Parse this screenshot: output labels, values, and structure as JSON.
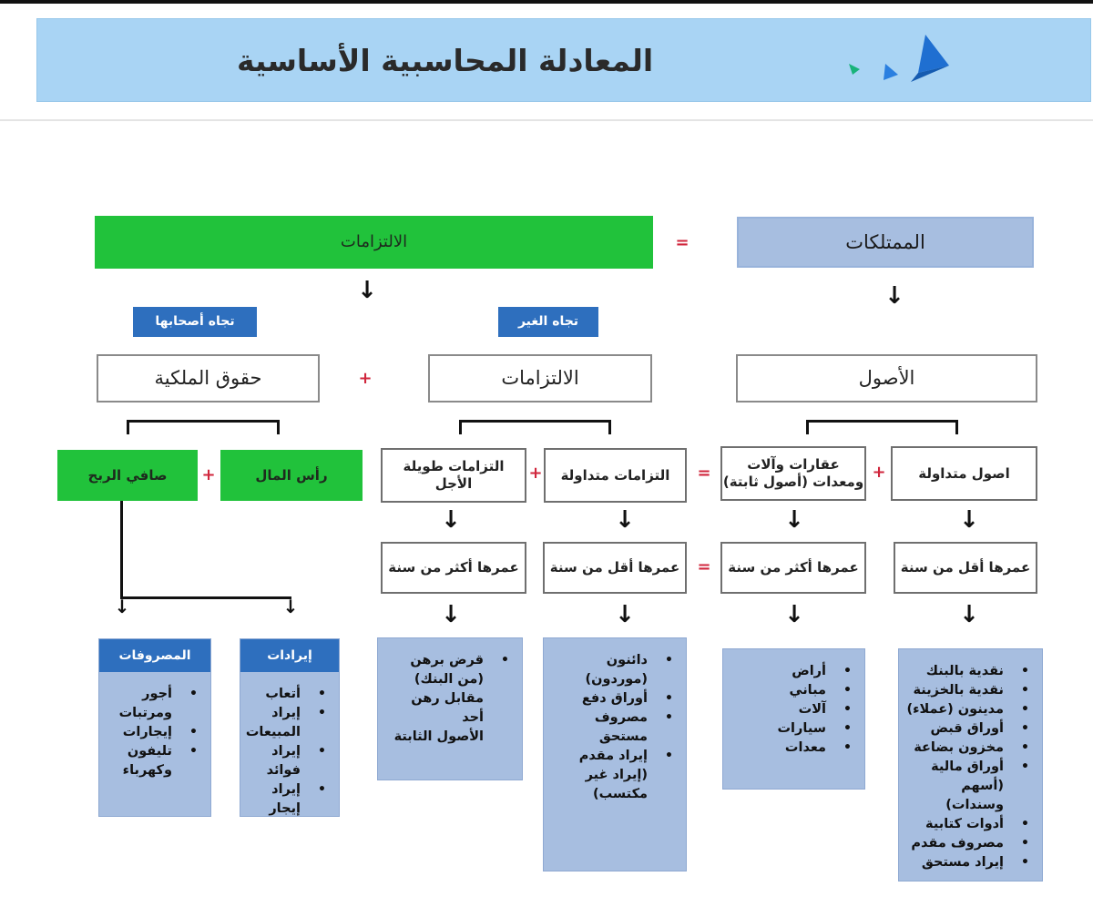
{
  "header": {
    "title": "المعادلة المحاسبية الأساسية"
  },
  "top_row": {
    "liabilities_total": "الالتزامات",
    "equals": "=",
    "possessions": "الممتلكات"
  },
  "tags": {
    "owners": "تجاه أصحابها",
    "others": "تجاه الغير"
  },
  "second_row": {
    "equity": "حقوق الملكية",
    "plus": "+",
    "liabilities": "الالتزامات",
    "assets": "الأصول"
  },
  "third_row": {
    "net_profit": "صافي الربح",
    "plus_a": "+",
    "capital": "رأس المال",
    "long_term_liabilities": "التزامات طويلة الأجل",
    "plus_b": "+",
    "current_liabilities": "التزامات متداولة",
    "equals": "=",
    "fixed_assets_line1": "عقارات وآلات",
    "fixed_assets_line2": "ومعدات (أصول ثابتة)",
    "plus_c": "+",
    "current_assets": "اصول متداولة"
  },
  "fourth_row": {
    "long_liab_age": "عمرها أكثر من سنة",
    "current_liab_age": "عمرها أقل من سنة",
    "equals": "=",
    "fixed_assets_age": "عمرها أكثر من سنة",
    "current_assets_age": "عمرها أقل من سنة"
  },
  "arrow_glyph": "↓",
  "lists": {
    "expenses": {
      "title": "المصروفات",
      "items": [
        {
          "text": "أجور",
          "bullet": true
        },
        {
          "text": "ومرتبات",
          "bullet": false
        },
        {
          "text": "إيجارات",
          "bullet": true
        },
        {
          "text": "تليفون",
          "bullet": true
        },
        {
          "text": "وكهرباء",
          "bullet": false
        }
      ]
    },
    "revenues": {
      "title": "إيرادات",
      "items": [
        {
          "text": "أتعاب",
          "bullet": true
        },
        {
          "text": "إيراد",
          "bullet": true
        },
        {
          "text": "المبيعات",
          "bullet": false
        },
        {
          "text": "إيراد فوائد",
          "bullet": true
        },
        {
          "text": "إيراد إيجار",
          "bullet": true
        }
      ]
    },
    "long_liab_items": {
      "items": [
        {
          "text": "قرض برهن",
          "bullet": true
        },
        {
          "text": "(من البنك)",
          "bullet": false
        },
        {
          "text": "مقابل رهن أحد",
          "bullet": false
        },
        {
          "text": "الأصول الثابتة",
          "bullet": false
        }
      ]
    },
    "current_liab_items": {
      "items": [
        {
          "text": "دائنون (موردون)",
          "bullet": true
        },
        {
          "text": "أوراق دفع",
          "bullet": true
        },
        {
          "text": "مصروف مستحق",
          "bullet": true
        },
        {
          "text": "إيراد مقدم",
          "bullet": true
        },
        {
          "text": "(إيراد غير مكتسب)",
          "bullet": false
        }
      ]
    },
    "fixed_asset_items": {
      "items": [
        {
          "text": "أراض",
          "bullet": true
        },
        {
          "text": "مباني",
          "bullet": true
        },
        {
          "text": "آلات",
          "bullet": true
        },
        {
          "text": "سيارات",
          "bullet": true
        },
        {
          "text": "معدات",
          "bullet": true
        }
      ]
    },
    "current_asset_items": {
      "items": [
        {
          "text": "نقدية بالبنك",
          "bullet": true
        },
        {
          "text": "نقدية بالخزينة",
          "bullet": true
        },
        {
          "text": "مدينون (عملاء)",
          "bullet": true
        },
        {
          "text": "أوراق قبض",
          "bullet": true
        },
        {
          "text": "مخزون بضاعة",
          "bullet": true
        },
        {
          "text": "أوراق مالية",
          "bullet": true
        },
        {
          "text": "(أسهم وسندات)",
          "bullet": false
        },
        {
          "text": "أدوات كتابية",
          "bullet": true
        },
        {
          "text": "مصروف مقدم",
          "bullet": true
        },
        {
          "text": "إيراد مستحق",
          "bullet": true
        }
      ]
    }
  },
  "colors": {
    "header_band": "#a9d4f4",
    "green": "#21c23b",
    "light_blue": "#a7bee0",
    "tag_blue": "#2e6fbe",
    "operator_red": "#d0263c"
  }
}
